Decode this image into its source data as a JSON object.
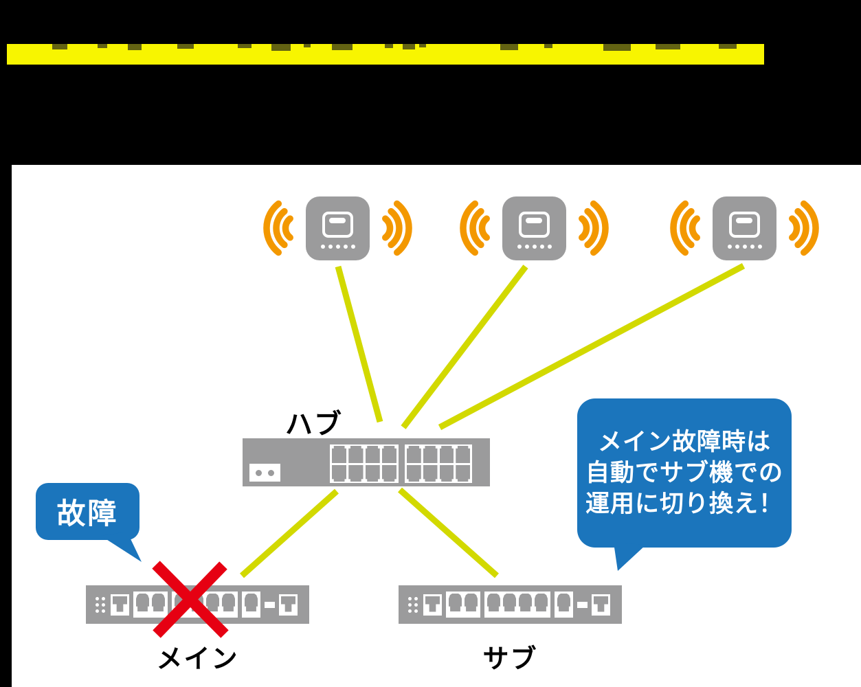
{
  "colors": {
    "accent_blue": "#1b75bc",
    "device_gray": "#9b9b9c",
    "wifi_orange": "#f39800",
    "cable_yellow_green": "#d2d900",
    "error_red": "#e60012",
    "highlight_yellow": "#f8f500",
    "title_fragment_olive": "#636312"
  },
  "diagram": {
    "access_points": {
      "count": 3,
      "type": "wireless-access-point"
    },
    "hub": {
      "label": "ハブ",
      "port_blocks": 2,
      "port_rows": 2,
      "port_columns": 4,
      "led_count": 2
    },
    "devices": {
      "main": {
        "label": "メイン",
        "status": "failed"
      },
      "sub": {
        "label": "サブ"
      },
      "front_panel": [
        {
          "type": "led-dots",
          "count": 6
        },
        {
          "type": "socket"
        },
        {
          "type": "port-group",
          "ports": 2
        },
        {
          "type": "port-group",
          "ports": 4
        },
        {
          "type": "port-group",
          "ports": 1
        },
        {
          "type": "dash"
        },
        {
          "type": "socket"
        }
      ]
    },
    "callouts": {
      "failure": {
        "text": "故障"
      },
      "failover": {
        "lines": [
          "メイン故障時は",
          "自動でサブ機での",
          "運用に切り換え！"
        ]
      }
    },
    "connections": {
      "ap_to_hub": 3,
      "hub_to_main": 1,
      "hub_to_sub": 1
    }
  }
}
